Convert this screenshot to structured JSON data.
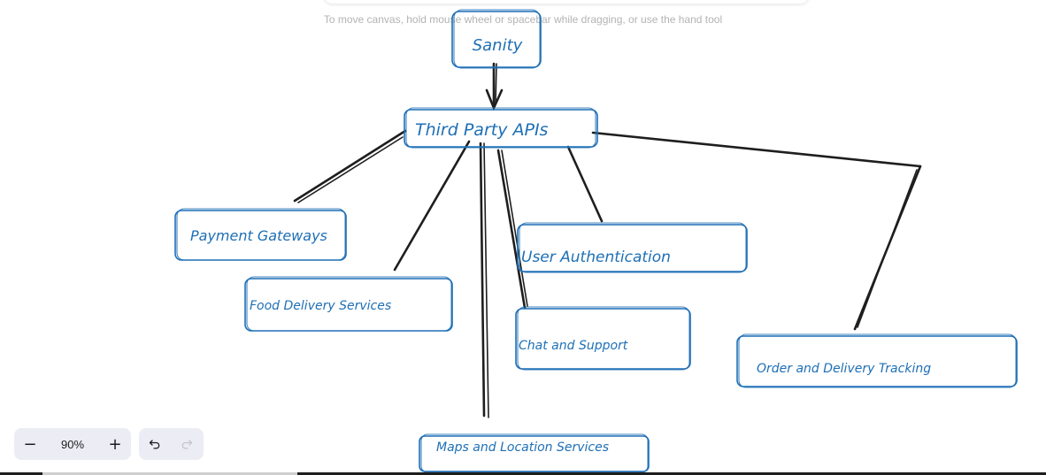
{
  "canvas": {
    "hint": "To move canvas, hold mouse wheel or spacebar while dragging, or use the hand tool"
  },
  "diagram": {
    "root": "Sanity",
    "hub": "Third Party APIs",
    "nodes": {
      "payment": "Payment Gateways",
      "food": "Food Delivery Services",
      "maps": "Maps and Location Services",
      "chat": "Chat and Support",
      "auth": "User Authentication",
      "tracking": "Order and Delivery Tracking"
    }
  },
  "toolbar": {
    "zoom_out": "−",
    "zoom_level": "90%",
    "zoom_in": "+",
    "undo_icon": "undo-icon",
    "redo_icon": "redo-icon"
  },
  "colors": {
    "node_stroke": "#1e6fb6",
    "edge": "#1e1e1e",
    "toolbar_bg": "#ececf4"
  }
}
